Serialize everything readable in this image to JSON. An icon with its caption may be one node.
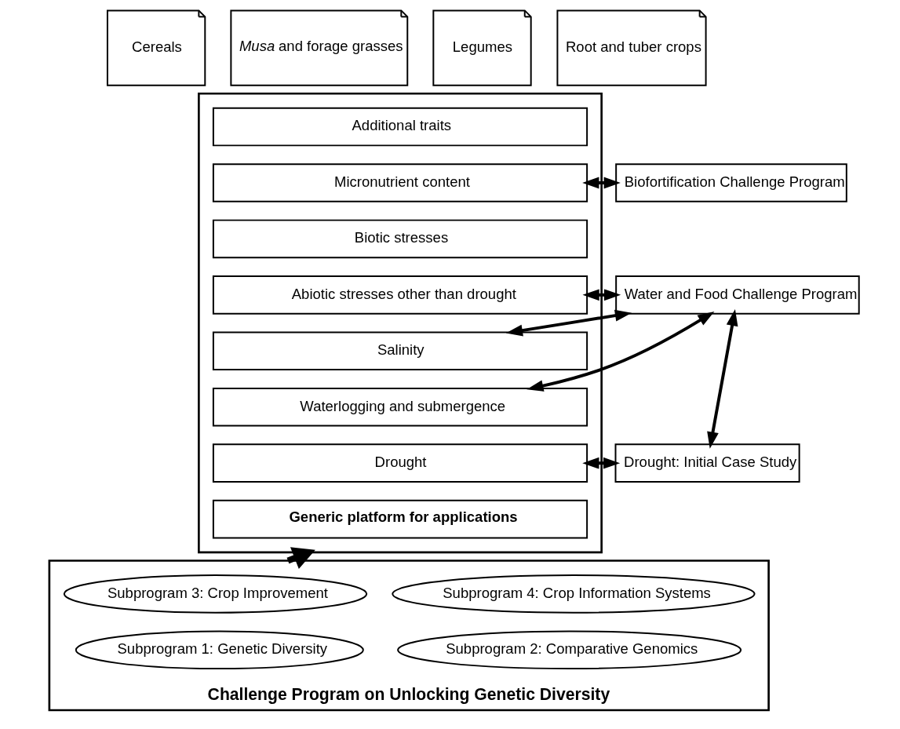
{
  "diagram": {
    "nodes": [
      {
        "text": [
          "Cereals"
        ]
      },
      {
        "text": [
          "*Musa* and forage grasses"
        ]
      },
      {
        "text": [
          "Legumes"
        ]
      },
      {
        "text": [
          "Root and tuber crops"
        ]
      },
      {
        "text": [],
        "shape": "box"
      },
      {
        "text": [
          "Additional traits"
        ],
        "in": 4
      },
      {
        "text": [
          "Micronutrient content"
        ],
        "in": 4
      },
      {
        "text": [
          "Biotic stresses"
        ],
        "in": 4
      },
      {
        "text": [
          "Abiotic stresses other than drought"
        ],
        "in": 4
      },
      {
        "text": [
          "Salinity"
        ],
        "in": 4
      },
      {
        "text": [
          "Waterlogging and submergence"
        ],
        "in": 4
      },
      {
        "text": [
          "Drought"
        ],
        "in": 4
      },
      {
        "text": [
          "**Generic platform for applications**"
        ],
        "in": 4
      },
      {
        "text": [
          "Biofortification Challenge Program"
        ]
      },
      {
        "text": [
          "Water and Food Challenge Program"
        ]
      },
      {
        "text": [
          "Drought: Initial Case Study"
        ]
      },
      {
        "text": [
          "**Challenge Program on Unlocking Genetic Diversity**"
        ]
      },
      {
        "text": [
          "Subprogram 3: Crop Improvement"
        ],
        "in": 16
      },
      {
        "text": [
          "Subprogram 4: Crop Information Systems"
        ],
        "in": 16
      },
      {
        "text": [
          "Subprogram 1: Genetic Diversity"
        ],
        "in": 16
      },
      {
        "text": [
          "Subprogram 2: Comparative Genomics"
        ],
        "in": 16
      }
    ],
    "edges": [
      {
        "from": 6,
        "to": 13,
        "arrow": "both"
      },
      {
        "from": 8,
        "to": 14,
        "arrow": "both"
      },
      {
        "from": 9,
        "to": 14,
        "arrow": "both"
      },
      {
        "from": 10,
        "to": 14,
        "arrow": "both"
      },
      {
        "from": 14,
        "to": 15,
        "arrow": "both"
      },
      {
        "from": 11,
        "to": 15,
        "arrow": "both"
      },
      {
        "from": 16,
        "to": 4,
        "arrow": "to",
        "style": "thick"
      }
    ]
  }
}
